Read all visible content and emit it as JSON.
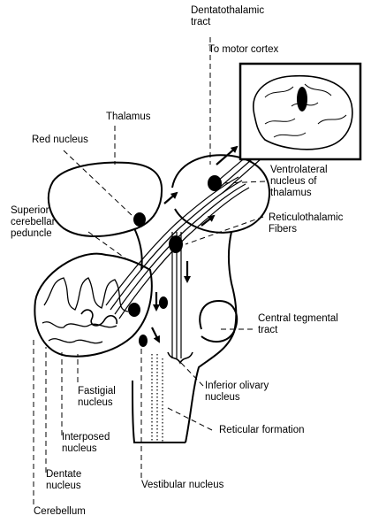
{
  "labels": {
    "dentatothalamic_tract": "Dentatothalamic\ntract",
    "to_motor_cortex": "To motor cortex",
    "thalamus": "Thalamus",
    "red_nucleus": "Red nucleus",
    "ventrolateral_nucleus": "Ventrolateral\nnucleus of\nthalamus",
    "superior_cerebellar_peduncle": "Superior\ncerebellar\npeduncle",
    "reticulothalamic_fibers": "Reticulothalamic\nFibers",
    "central_tegmental_tract": "Central tegmental\ntract",
    "fastigial_nucleus": "Fastigial\nnucleus",
    "inferior_olivary_nucleus": "Inferior olivary\nnucleus",
    "reticular_formation": "Reticular formation",
    "interposed_nucleus": "Interposed\nnucleus",
    "dentate_nucleus": "Dentate\nnucleus",
    "vestibular_nucleus": "Vestibular nucleus",
    "cerebellum": "Cerebellum"
  },
  "colors": {
    "ink": "#000000",
    "paper": "#ffffff"
  }
}
